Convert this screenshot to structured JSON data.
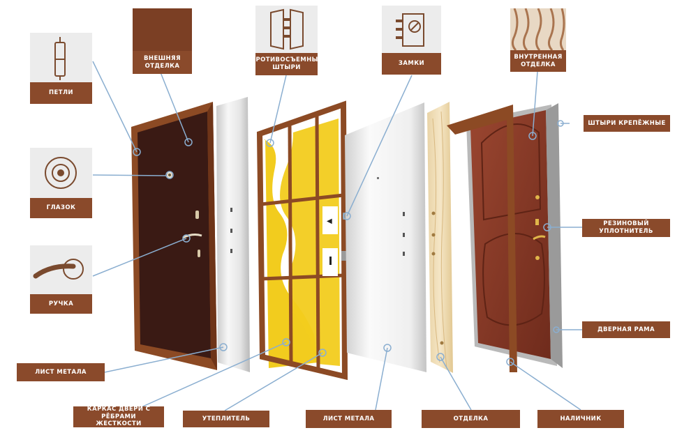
{
  "labels": {
    "hinges": "ПЕТЛИ",
    "outer_finish": "ВНЕШНЯЯ\nОТДЕЛКА",
    "anti_removal_pins": "ПРОТИВОСЪЕМНЫЕ\nШТЫРИ",
    "locks": "ЗАМКИ",
    "inner_finish": "ВНУТРЕННАЯ\nОТДЕЛКА",
    "fixing_pins": "ШТЫРИ КРЕПЁЖНЫЕ",
    "peephole": "ГЛАЗОК",
    "rubber_seal": "РЕЗИНОВЫЙ\nУПЛОТНИТЕЛЬ",
    "handle": "РУЧКА",
    "door_frame": "ДВЕРНАЯ РАМА",
    "metal_sheet_left": "ЛИСТ МЕТАЛА",
    "frame_ribs": "КАРКАС ДВЕРИ С РЁБРАМИ\nЖЕСТКОСТИ",
    "insulation": "УТЕПЛИТЕЛЬ",
    "metal_sheet_bottom": "ЛИСТ МЕТАЛА",
    "finishing": "ОТДЕЛКА",
    "trim": "НАЛИЧНИК"
  },
  "icons": [
    "hinge-icon",
    "leather-texture-icon",
    "anti-removal-pins-icon",
    "lock-icon",
    "wood-texture-icon",
    "peephole-icon",
    "handle-icon"
  ],
  "colors": {
    "label_bg": "#8a4a2b",
    "door_dark": "#3a1a14",
    "frame_brown": "#8c4a24",
    "insulation_yellow": "#f2cc1e",
    "inner_panel": "#8a3a26",
    "leader_line": "#8aaed0",
    "metal_light": "#f4f4f4",
    "wood": "#efdcb6"
  }
}
